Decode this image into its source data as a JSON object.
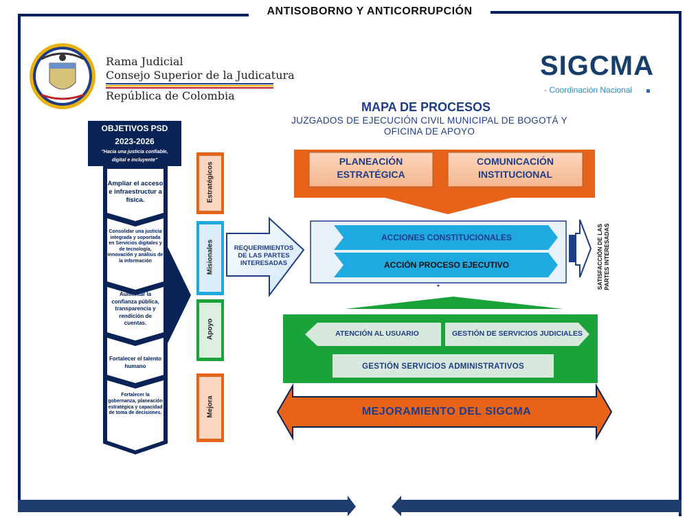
{
  "header": {
    "title": "ANTISOBORNO Y ANTICORRUPCIÓN"
  },
  "logo": {
    "line1": "Rama Judicial",
    "line2": "Consejo Superior de la Judicatura",
    "line3": "República de Colombia",
    "brand": "SIGCMA",
    "brand_sub": "- Coordinación Nacional"
  },
  "map": {
    "title": "MAPA DE PROCESOS",
    "subtitle_1": "JUZGADOS  DE EJECUCIÓN CIVIL MUNICIPAL DE BOGOTÁ Y",
    "subtitle_2": "OFICINA DE APOYO"
  },
  "objectives": {
    "title_1": "OBJETIVOS PSD",
    "title_2": "2023-2026",
    "motto_1": "\"Hacia una justicia confiable,",
    "motto_2": "digital e incluyente\"",
    "items": [
      "Ampliar el acceso e infraestructur a física.",
      "Consolidar una justicia integrada y soportada en Servicios digitales y de tecnología, innovación y análisis de la información",
      "Aumentar la confianza pública, transparencia y rendición de cuentas.",
      "Fortalecer el talento humano",
      "Fortalecer la gobernanza, planeación estratégica y capacidad de toma de decisiones."
    ]
  },
  "categories": {
    "estrategicos": "Estratégicos",
    "misionales": "Misionales",
    "apoyo": "Apoyo",
    "mejora": "Mejora"
  },
  "requirements": "REQUERIMIENTOS DE LAS PARTES INTERESADAS",
  "satisfaction": "SATISFACCIÓN DE LAS PARTES INTERESADAS",
  "strategic": {
    "planeacion": "PLANEACIÓN ESTRATÉGICA",
    "comunicacion": "COMUNICACIÓN INSTITUCIONAL"
  },
  "missional": {
    "acciones": "ACCIONES CONSTITUCIONALES",
    "ejecutivo": "ACCIÓN PROCESO EJECUTIVO"
  },
  "support": {
    "atencion": "ATENCIÓN AL USUARIO",
    "judiciales": "GESTIÓN DE SERVICIOS JUDICIALES",
    "administrativos": "GESTIÓN SERVICIOS ADMINISTRATIVOS"
  },
  "improvement": "MEJORAMIENTO DEL SIGCMA",
  "colors": {
    "navy": "#002060",
    "orange": "#e8631a",
    "peach": "#fbc8a8",
    "green": "#1aa33a",
    "light_blue": "#1fa9e1",
    "pale_blue": "#e4f0fb"
  }
}
